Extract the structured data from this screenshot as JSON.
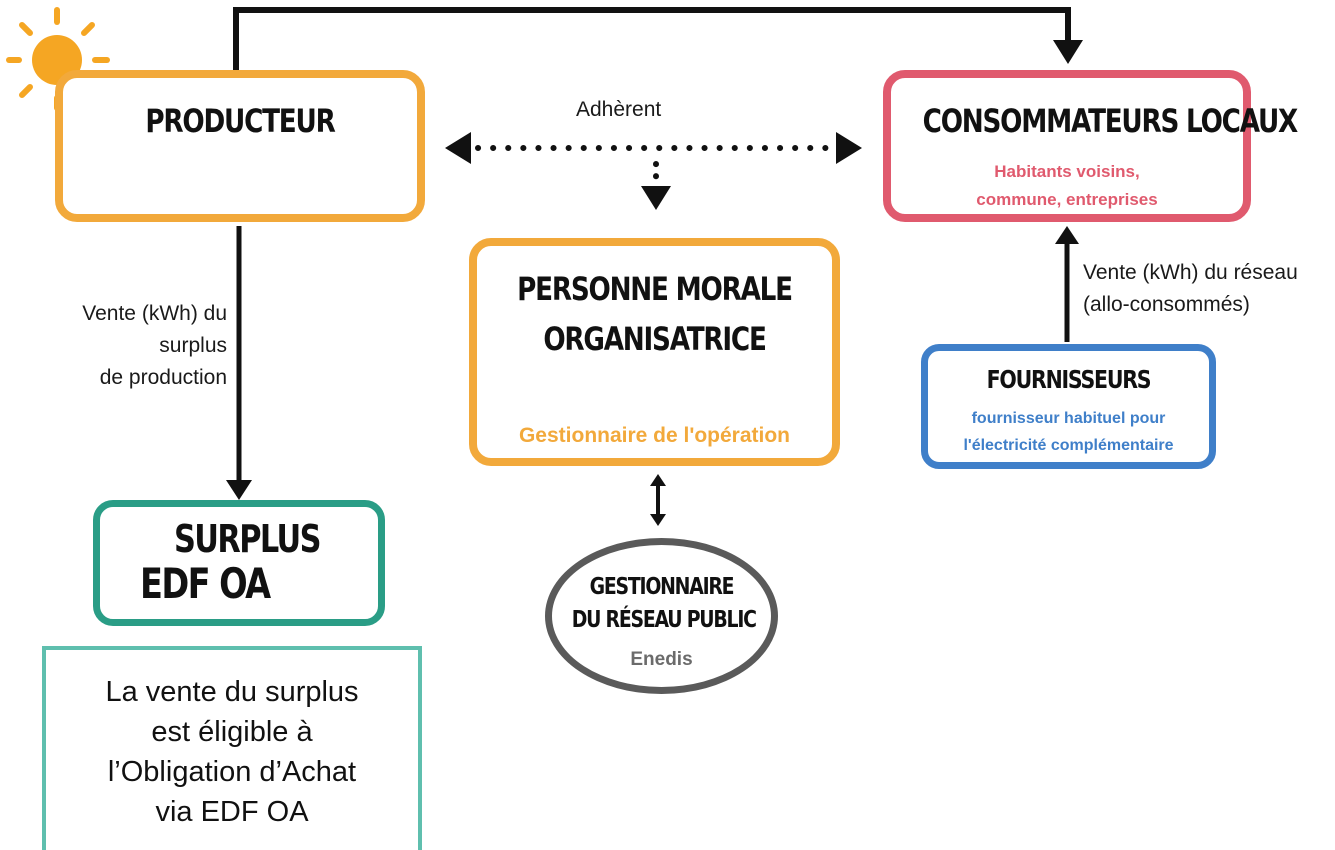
{
  "nodes": {
    "producteur": {
      "title": "PRODUCTEUR"
    },
    "consommateurs": {
      "title": "CONSOMMATEURS LOCAUX",
      "subtitle_lines": [
        "Habitants voisins,",
        "commune, entreprises"
      ]
    },
    "pmo": {
      "title_lines": [
        "PERSONNE MORALE",
        "ORGANISATRICE"
      ],
      "subtitle": "Gestionnaire de l'opération"
    },
    "fournisseurs": {
      "title": "FOURNISSEURS",
      "subtitle_lines": [
        "fournisseur habituel pour",
        "l'électricité complémentaire"
      ]
    },
    "surplus": {
      "title_lines": [
        "SURPLUS",
        "EDF OA"
      ]
    },
    "gestionnaire_reseau": {
      "title_lines": [
        "GESTIONNAIRE",
        "DU RÉSEAU PUBLIC"
      ],
      "subtitle": "Enedis"
    }
  },
  "edges": {
    "adherent": {
      "label": "Adhèrent"
    },
    "vente_surplus": {
      "label_lines": [
        "Vente (kWh) du",
        "surplus",
        "de production"
      ]
    },
    "vente_reseau": {
      "label_lines": [
        "Vente (kWh) du réseau",
        "(allo-consommés)"
      ]
    }
  },
  "note": {
    "text": "La vente du surplus\nest éligible à\nl’Obligation d’Achat\nvia EDF OA"
  },
  "colors": {
    "producteur": "#f2a93b",
    "consommateurs": "#e05a6e",
    "fournisseurs": "#3f7fc9",
    "surplus": "#2a9d86",
    "note": "#5fbfae",
    "gestionnaire": "#5a5a5a",
    "sun": "#f5a623"
  },
  "icons": {
    "sun": "sun-icon"
  }
}
